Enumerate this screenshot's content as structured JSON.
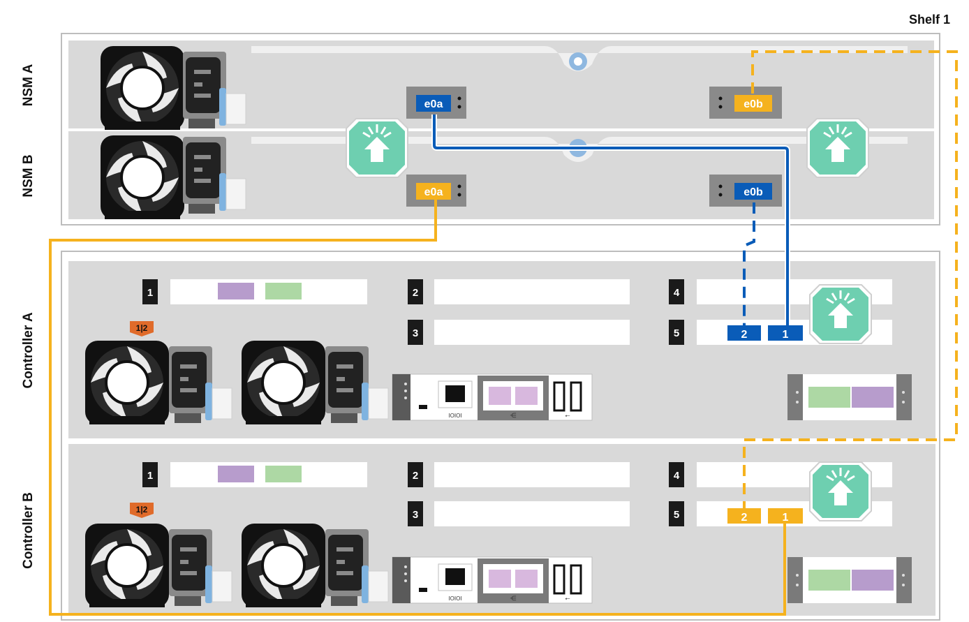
{
  "shelf": {
    "title": "Shelf 1",
    "modules": [
      {
        "label": "NSM A",
        "ports": [
          "e0a",
          "e0b"
        ],
        "port_colors": [
          "#0a5cb8",
          "#f5b21e"
        ]
      },
      {
        "label": "NSM B",
        "ports": [
          "e0a",
          "e0b"
        ],
        "port_colors": [
          "#f5b21e",
          "#0a5cb8"
        ]
      }
    ]
  },
  "controllers": [
    {
      "label": "Controller A",
      "slots": [
        "1",
        "2",
        "3",
        "4",
        "5"
      ],
      "badge": "1|2",
      "port_labels": [
        "2",
        "1"
      ],
      "port_color": "#0a5cb8"
    },
    {
      "label": "Controller B",
      "slots": [
        "1",
        "2",
        "3",
        "4",
        "5"
      ],
      "badge": "1|2",
      "port_labels": [
        "2",
        "1"
      ],
      "port_color": "#f5b21e"
    }
  ],
  "port_glyphs": {
    "serial": "IOIOI",
    "network": "network-icon",
    "usb": "usb-icon"
  },
  "colors": {
    "blue_cable": "#0a5cb8",
    "yellow_cable": "#f5b21e",
    "led_green": "#6ecfb0",
    "badge_orange": "#e06b2a",
    "chassis": "#d9d9d9",
    "card_purple": "#b79ccc",
    "card_green": "#add8a4"
  }
}
